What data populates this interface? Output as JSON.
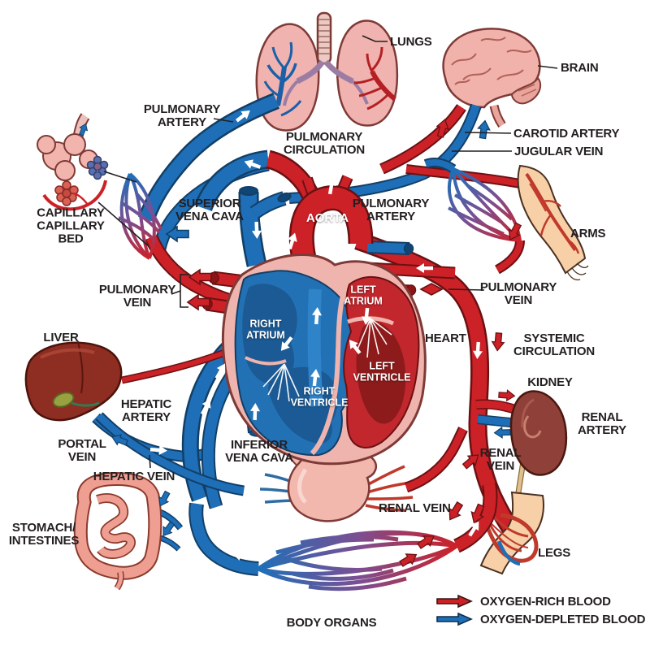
{
  "title": "Human circulatory system diagram",
  "colors": {
    "oxygen_rich": "#cc2127",
    "oxygen_rich_dark": "#6b1113",
    "oxygen_depleted": "#1e6fb8",
    "oxygen_depleted_dark": "#123f66",
    "organ_pink": "#f0b4ae",
    "organ_outline": "#7e3a36",
    "skin": "#f7d0a8",
    "liver": "#8e2d22",
    "kidney": "#8f4038",
    "label_text": "#231f20"
  },
  "labels": {
    "lungs": "LUNGS",
    "brain": "BRAIN",
    "pulmonary_artery_left": "PULMONARY\nARTERY",
    "pulmonary_circulation": "PULMONARY\nCIRCULATION",
    "carotid_artery": "CAROTID ARTERY",
    "jugular_vein": "JUGULAR VEIN",
    "superior_vena_cava": "SUPERIOR\nVENA CAVA",
    "aorta": "AORTA",
    "pulmonary_artery_right": "PULMONARY\nARTERY",
    "arms": "ARMS",
    "capillary_bed": "CAPILLARY\nCAPILLARY\nBED",
    "pulmonary_vein_left": "PULMONARY\nVEIN",
    "pulmonary_vein_right": "PULMONARY\nVEIN",
    "liver": "LIVER",
    "left_atrium": "LEFT\nATRIUM",
    "right_atrium": "RIGHT\nATRIUM",
    "heart": "HEART",
    "systemic_circulation": "SYSTEMIC\nCIRCULATION",
    "left_ventricle": "LEFT\nVENTRICLE",
    "right_ventricle": "RIGHT\nVENTRICLE",
    "kidney": "KIDNEY",
    "renal_artery": "RENAL\nARTERY",
    "hepatic_artery": "HEPATIC\nARTERY",
    "portal_vein": "PORTAL\nVEIN",
    "inferior_vena_cava": "INFERIOR\nVENA CAVA",
    "renal_vein_right": "RENAL\nVEIN",
    "hepatic_vein": "HEPATIC VEIN",
    "stomach_intestines": "STOMACH/\nINTESTINES",
    "renal_vein_center": "RENAL VEIN",
    "legs": "LEGS",
    "body_organs": "BODY ORGANS"
  },
  "legend": {
    "items": [
      {
        "label": "OXYGEN-RICH BLOOD",
        "color": "#cc2127"
      },
      {
        "label": "OXYGEN-DEPLETED BLOOD",
        "color": "#1e6fb8"
      }
    ]
  }
}
